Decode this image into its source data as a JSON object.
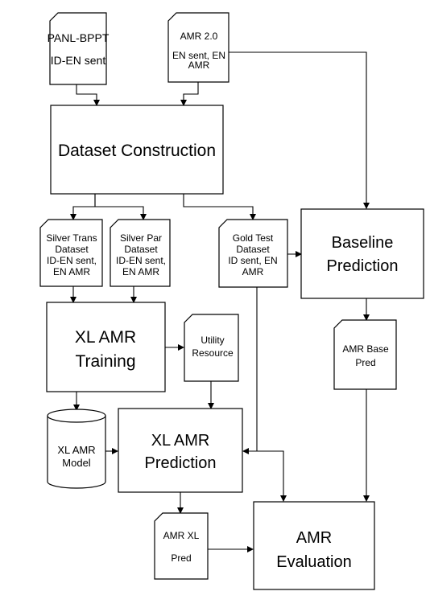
{
  "nodes": {
    "panl_bppt": {
      "lines": [
        "PANL-BPPT",
        "",
        "ID-EN sent"
      ]
    },
    "amr20": {
      "lines": [
        "AMR 2.0",
        "",
        "EN sent, EN",
        "AMR"
      ]
    },
    "dataset_construction": {
      "lines": [
        "Dataset Construction"
      ]
    },
    "silver_trans": {
      "lines": [
        "Silver Trans",
        "Dataset",
        "ID-EN sent,",
        "EN AMR"
      ]
    },
    "silver_par": {
      "lines": [
        "Silver Par",
        "Dataset",
        "ID-EN sent,",
        "EN AMR"
      ]
    },
    "gold_test": {
      "lines": [
        "Gold Test",
        "Dataset",
        "ID sent, EN",
        "AMR"
      ]
    },
    "baseline_prediction": {
      "lines": [
        "Baseline",
        "Prediction"
      ]
    },
    "xl_amr_training": {
      "lines": [
        "XL AMR",
        "Training"
      ]
    },
    "utility_resource": {
      "lines": [
        "Utility",
        "Resource"
      ]
    },
    "amr_base_pred": {
      "lines": [
        "AMR Base",
        "Pred"
      ]
    },
    "xl_amr_model": {
      "lines": [
        "XL AMR",
        "Model"
      ]
    },
    "xl_amr_prediction": {
      "lines": [
        "XL AMR",
        "Prediction"
      ]
    },
    "amr_xl_pred": {
      "lines": [
        "AMR XL",
        "",
        "Pred"
      ]
    },
    "amr_evaluation": {
      "lines": [
        "AMR",
        "Evaluation"
      ]
    }
  }
}
